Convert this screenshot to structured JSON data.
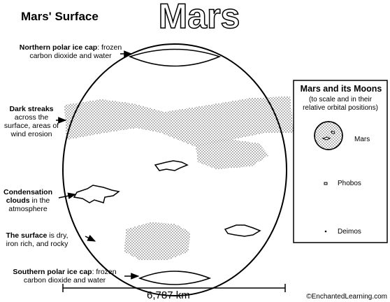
{
  "heading": "Mars' Surface",
  "title": "Mars",
  "labels": {
    "north_cap_bold": "Northern polar ice cap",
    "north_cap_rest": ": frozen carbon dioxide and water",
    "dark_bold": "Dark streaks",
    "dark_rest": " across the surface, areas of wind erosion",
    "cond_bold": "Condensation clouds",
    "cond_rest": " in the atmosphere",
    "surface_bold": "The surface",
    "surface_rest": " is dry, iron rich, and rocky",
    "south_cap_bold": "Southern polar ice cap",
    "south_cap_rest": ": frozen carbon dioxide and water"
  },
  "scale_label": "6,787 km",
  "moons_box": {
    "title": "Mars and its Moons",
    "subtitle_1": "(to scale and in their",
    "subtitle_2": "relative orbital positions)",
    "mars": "Mars",
    "phobos": "Phobos",
    "deimos": "Deimos"
  },
  "credit": "©EnchantedLearning.com"
}
